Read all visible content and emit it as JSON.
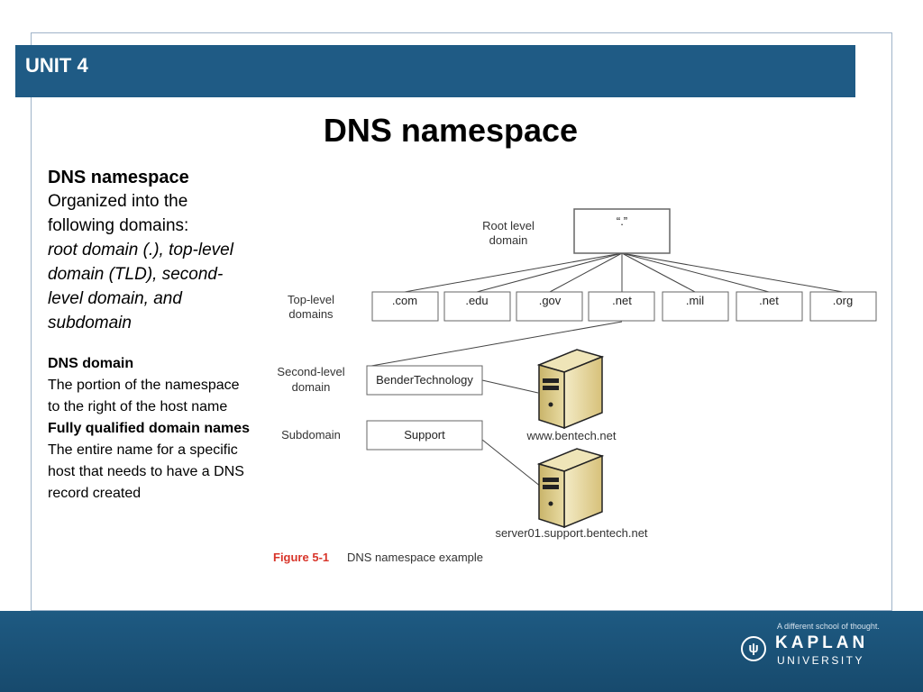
{
  "header": {
    "unit": "UNIT 4"
  },
  "title": "DNS namespace",
  "left": {
    "heading1": "DNS namespace",
    "intro": "Organized into the following domains:",
    "domains_list": "root domain (.), top-level domain (TLD), second-level domain, and subdomain",
    "heading2": "DNS domain",
    "dns_domain_desc": "The portion of the namespace to the right of the host name",
    "heading3": "Fully qualified domain names",
    "fqdn_desc": "The entire name for a specific host that needs to have a DNS record created"
  },
  "diagram": {
    "root_label_1": "Root level",
    "root_label_2": "domain",
    "root_box": "“.”",
    "tld_label_1": "Top-level",
    "tld_label_2": "domains",
    "tlds": [
      ".com",
      ".edu",
      ".gov",
      ".net",
      ".mil",
      ".net",
      ".org"
    ],
    "sld_label_1": "Second-level",
    "sld_label_2": "domain",
    "sld_box": "BenderTechnology",
    "sub_label": "Subdomain",
    "sub_box": "Support",
    "server1": "www.bentech.net",
    "server2": "server01.support.bentech.net",
    "figure_num": "Figure 5-1",
    "figure_caption": "DNS namespace example"
  },
  "footer": {
    "tagline": "A different school of thought.",
    "brand": "KAPLAN",
    "sub_brand": "UNIVERSITY"
  }
}
